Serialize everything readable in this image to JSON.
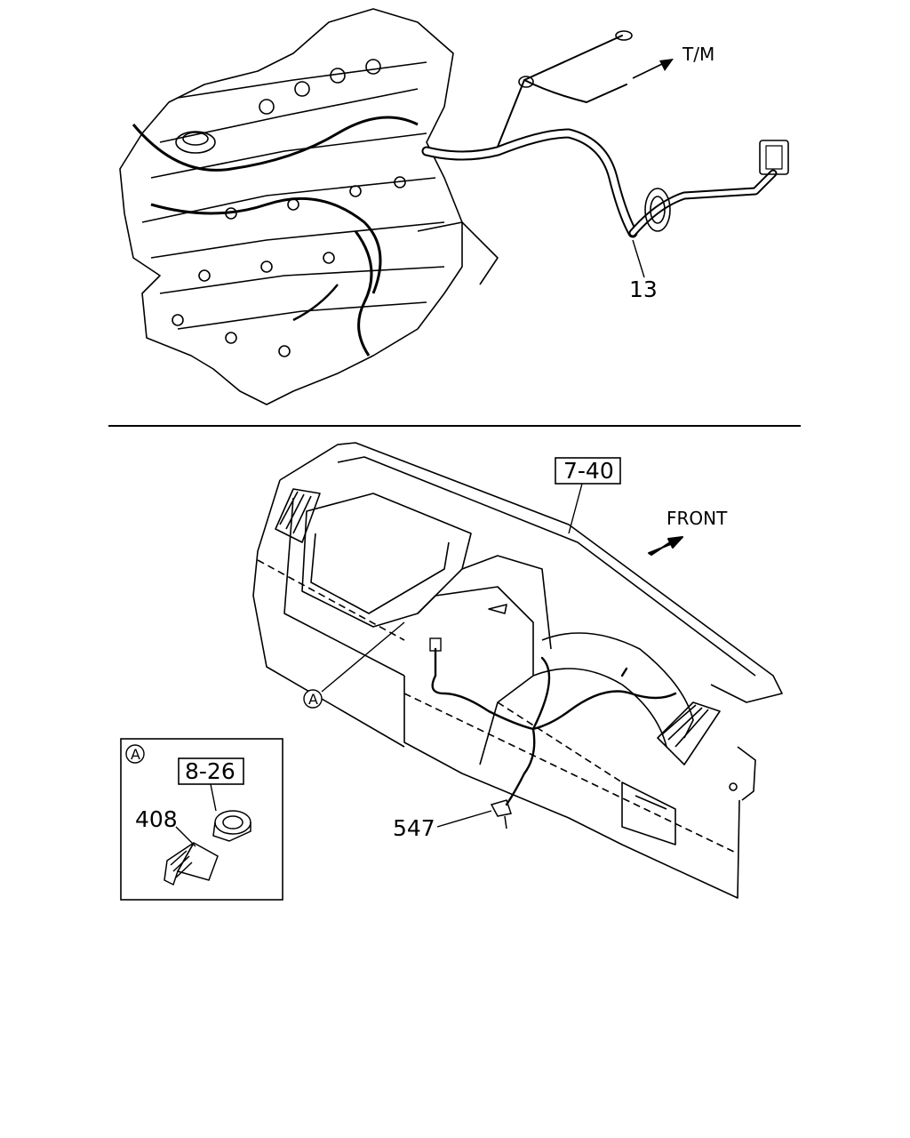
{
  "engine_section": {
    "tm_label": "T/M",
    "part_13": "13"
  },
  "dashboard_section": {
    "ref_7_40": "7-40",
    "front_label": "FRONT",
    "callout_a": "A",
    "part_547": "547"
  },
  "detail_a": {
    "badge": "A",
    "ref_8_26": "8-26",
    "part_408": "408"
  }
}
